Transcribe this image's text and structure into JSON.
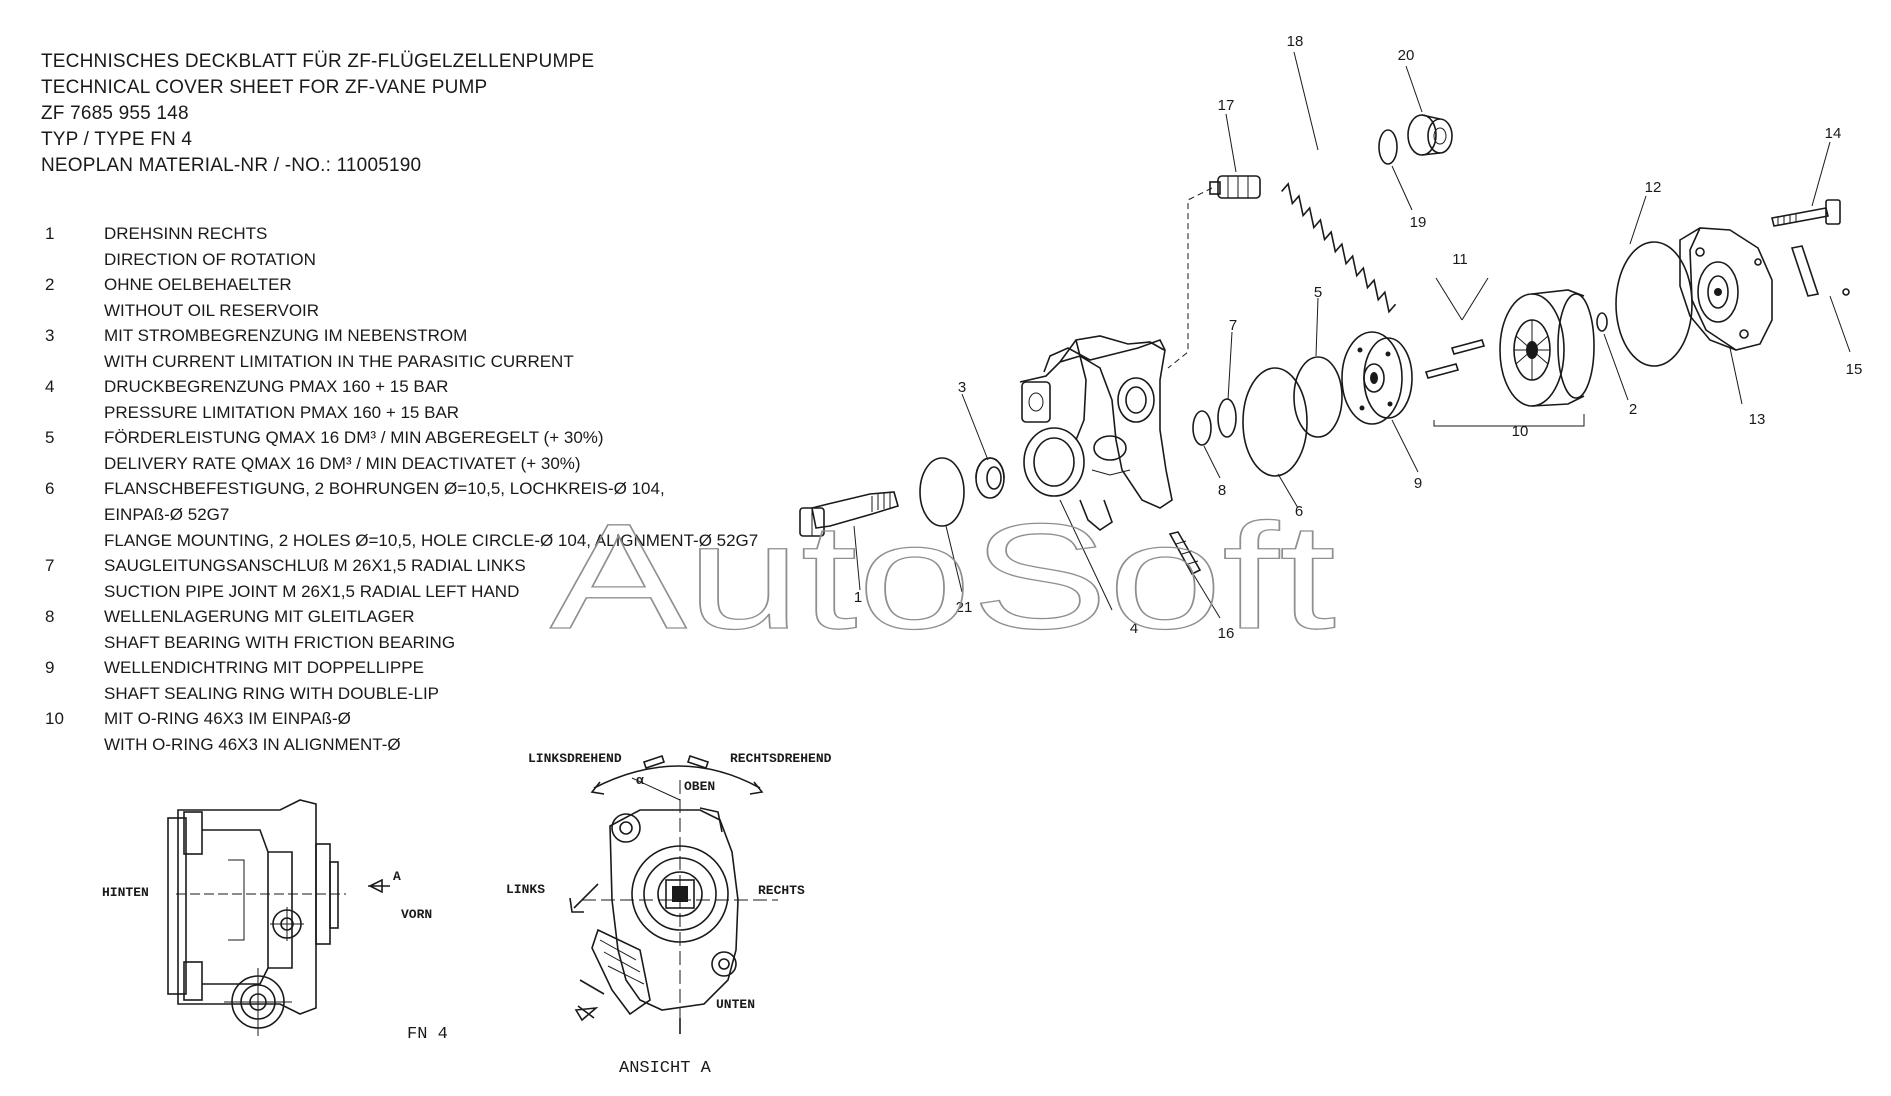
{
  "header": {
    "line1": "TECHNISCHES DECKBLATT FÜR ZF-FLÜGELZELLENPUMPE",
    "line2": "TECHNICAL COVER SHEET FOR ZF-VANE PUMP",
    "line3": "ZF 7685 955 148",
    "line4": "TYP / TYPE FN 4",
    "line5": "NEOPLAN MATERIAL-NR / -NO.: 11005190"
  },
  "specs": [
    {
      "num": "1",
      "lines": [
        "DREHSINN RECHTS",
        "DIRECTION OF ROTATION"
      ]
    },
    {
      "num": "2",
      "lines": [
        "OHNE OELBEHAELTER",
        "WITHOUT OIL RESERVOIR"
      ]
    },
    {
      "num": "3",
      "lines": [
        "MIT STROMBEGRENZUNG IM NEBENSTROM",
        "WITH CURRENT LIMITATION IN THE PARASITIC CURRENT"
      ]
    },
    {
      "num": "4",
      "lines": [
        "DRUCKBEGRENZUNG PMAX 160 + 15 BAR",
        "PRESSURE LIMITATION PMAX 160 + 15 BAR"
      ]
    },
    {
      "num": "5",
      "lines": [
        "FÖRDERLEISTUNG QMAX 16 DM³ / MIN ABGEREGELT (+ 30%)",
        "DELIVERY RATE QMAX 16 DM³ / MIN DEACTIVATET (+ 30%)"
      ]
    },
    {
      "num": "6",
      "lines": [
        "FLANSCHBEFESTIGUNG, 2 BOHRUNGEN Ø=10,5, LOCHKREIS-Ø 104,",
        "EINPAß-Ø 52G7",
        "FLANGE MOUNTING, 2 HOLES Ø=10,5, HOLE CIRCLE-Ø 104, ALIGNMENT-Ø 52G7"
      ]
    },
    {
      "num": "7",
      "lines": [
        "SAUGLEITUNGSANSCHLUß M 26X1,5 RADIAL LINKS",
        "SUCTION PIPE JOINT M 26X1,5 RADIAL LEFT HAND"
      ]
    },
    {
      "num": "8",
      "lines": [
        "WELLENLAGERUNG MIT GLEITLAGER",
        "SHAFT BEARING WITH FRICTION BEARING"
      ]
    },
    {
      "num": "9",
      "lines": [
        "WELLENDICHTRING MIT DOPPELLIPPE",
        "SHAFT SEALING RING WITH DOUBLE-LIP"
      ]
    },
    {
      "num": "10",
      "lines": [
        "MIT O-RING 46X3 IM EINPAß-Ø",
        "WITH O-RING 46X3 IN ALIGNMENT-Ø"
      ]
    }
  ],
  "callouts": [
    "1",
    "2",
    "3",
    "4",
    "5",
    "6",
    "7",
    "8",
    "9",
    "10",
    "11",
    "12",
    "13",
    "14",
    "15",
    "16",
    "17",
    "18",
    "19",
    "20",
    "21"
  ],
  "side_view": {
    "hinten": "HINTEN",
    "vorn": "VORN",
    "arrow": "A",
    "caption": "FN 4"
  },
  "view_a": {
    "linksdrehend": "LINKSDREHEND",
    "rechtsdrehend": "RECHTSDREHEND",
    "alpha": "α",
    "oben": "OBEN",
    "links": "LINKS",
    "rechts": "RECHTS",
    "unten": "UNTEN",
    "caption": "ANSICHT A"
  },
  "watermark": "AutoSoft",
  "colors": {
    "ink": "#1a1a1a",
    "watermark": "#8f8f8f",
    "background": "#ffffff"
  }
}
